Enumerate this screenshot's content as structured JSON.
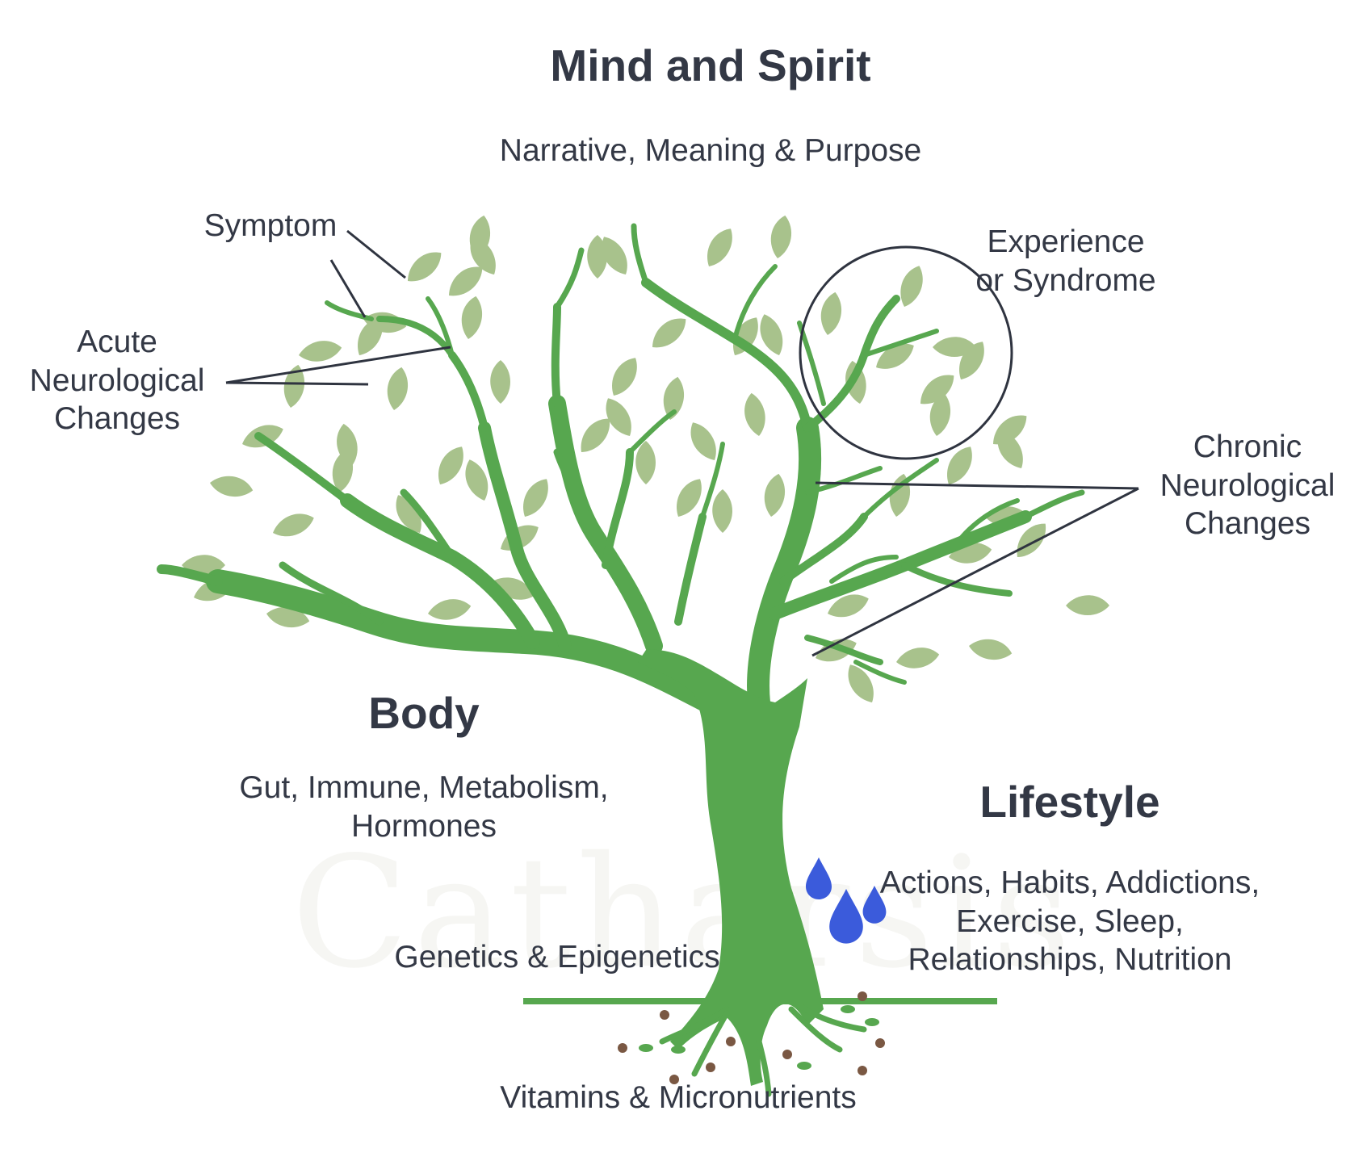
{
  "watermark_text": "Catharsis",
  "mind": {
    "title": "Mind and Spirit",
    "subtitle": "Narrative, Meaning & Purpose"
  },
  "body": {
    "title": "Body",
    "subtitle": "Gut, Immune, Metabolism,\nHormones"
  },
  "lifestyle": {
    "title": "Lifestyle",
    "subtitle": "Actions, Habits, Addictions,\nExercise, Sleep,\nRelationships, Nutrition"
  },
  "callouts": {
    "symptom": "Symptom",
    "acute": "Acute\nNeurological\nChanges",
    "experience": "Experience\nor Syndrome",
    "chronic": "Chronic\nNeurological\nChanges"
  },
  "ground": {
    "genetics": "Genetics & Epigenetics",
    "vitamins": "Vitamins & Micronutrients"
  },
  "colors": {
    "trunk": "#57a74f",
    "leaf": "#a8c28c",
    "line": "#2f3440",
    "water": "#3b5bdb",
    "soil": "#7a5843"
  }
}
